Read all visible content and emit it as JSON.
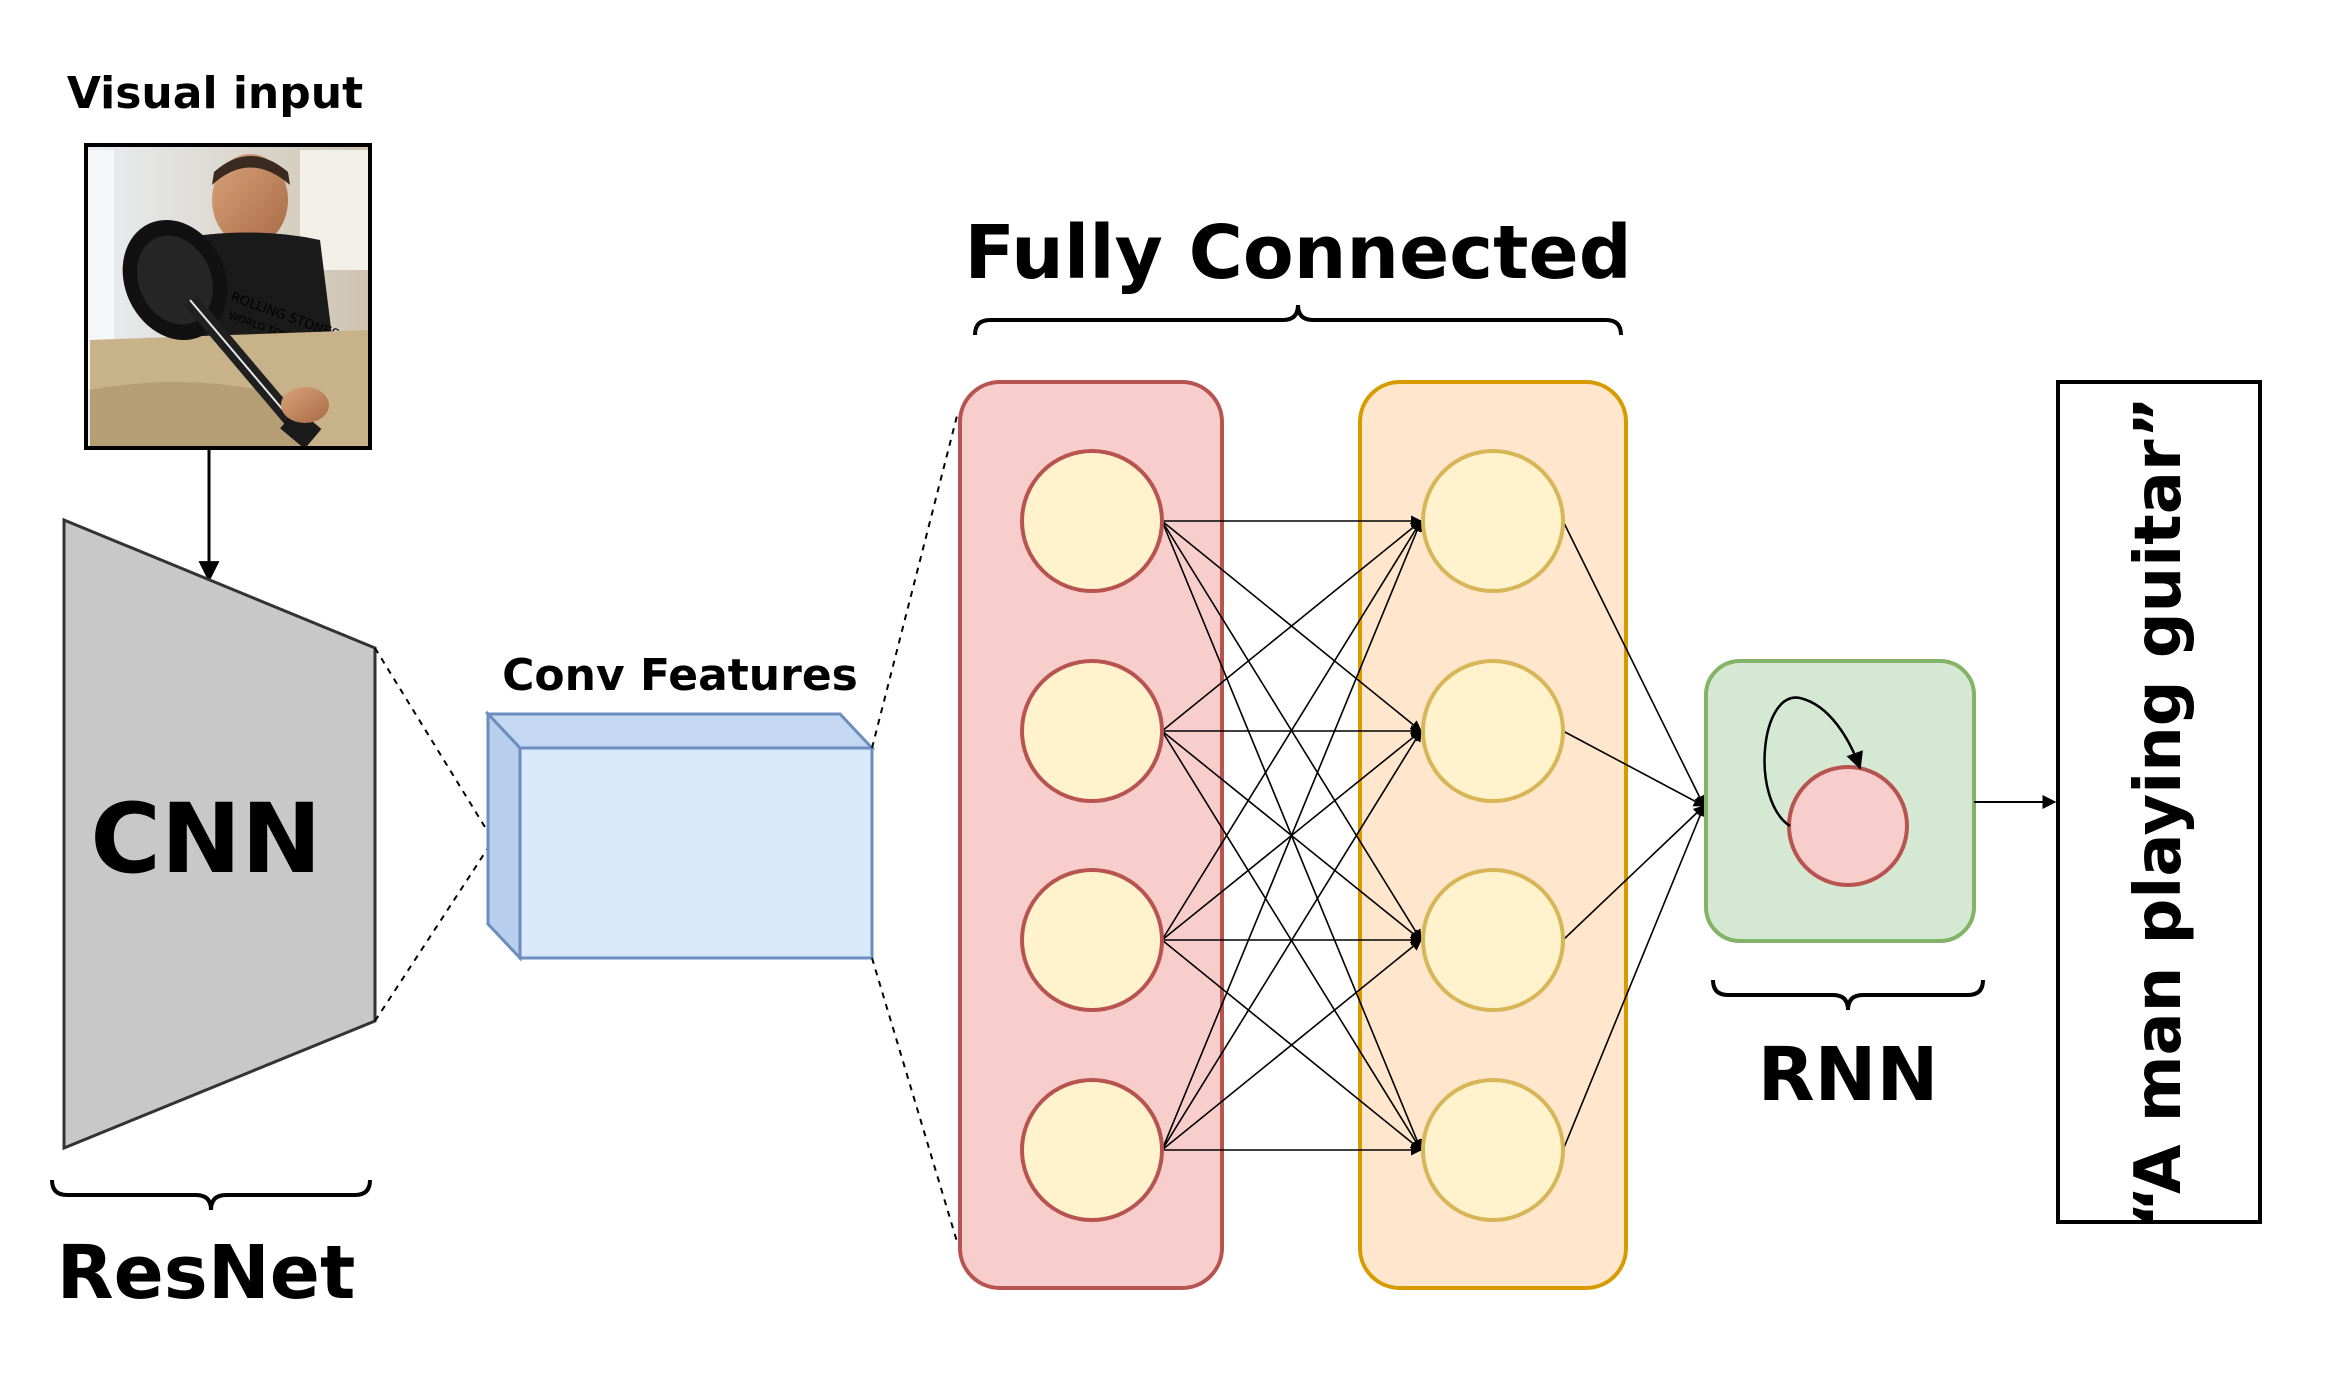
{
  "labels": {
    "visual_input": "Visual input",
    "cnn": "CNN",
    "resnet": "ResNet",
    "conv_features": "Conv Features",
    "fully_connected": "Fully Connected",
    "rnn": "RNN",
    "caption": "“A man playing guitar”"
  },
  "photo": {
    "shirt_text": "ROLLING STONES",
    "shirt_text_2": "WORLD TOUR"
  },
  "colors": {
    "cnn_fill": "#c8c8c8",
    "conv_fill": "#dae8fc",
    "conv_stroke": "#6c8ebf",
    "fc1_fill": "#f8cecc",
    "fc1_stroke": "#b85450",
    "fc2_fill": "#ffe6cc",
    "fc2_stroke": "#d79b00",
    "node_fill": "#fff2cc",
    "rnn_fill": "#d5e8d4",
    "rnn_stroke": "#82b366"
  },
  "layers": {
    "fc1_nodes": 4,
    "fc2_nodes": 4,
    "rnn_nodes": 1
  }
}
